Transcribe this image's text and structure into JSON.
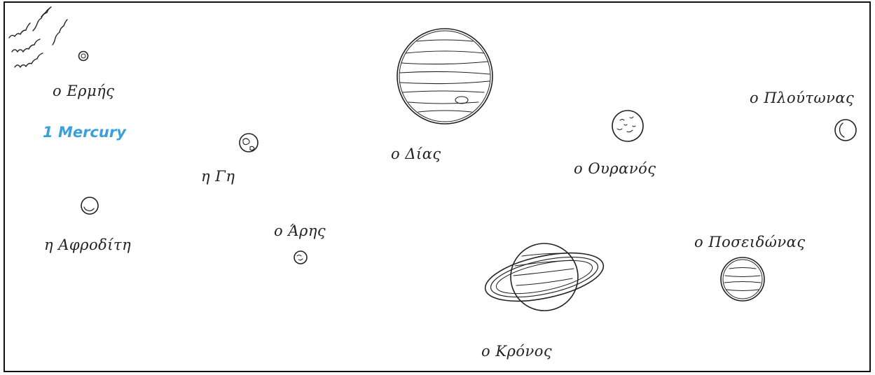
{
  "answer": {
    "number": "1",
    "text": "Mercury",
    "color": "#3aa0dc"
  },
  "labels": {
    "mercury": "ο Ερμής",
    "venus": "η Αφροδίτη",
    "earth": "η Γη",
    "mars": "ο Άρης",
    "jupiter": "ο Δίας",
    "saturn": "ο Κρόνος",
    "uranus": "ο Ουρανός",
    "neptune": "ο Ποσειδώνας",
    "pluto": "ο Πλούτωνας"
  }
}
